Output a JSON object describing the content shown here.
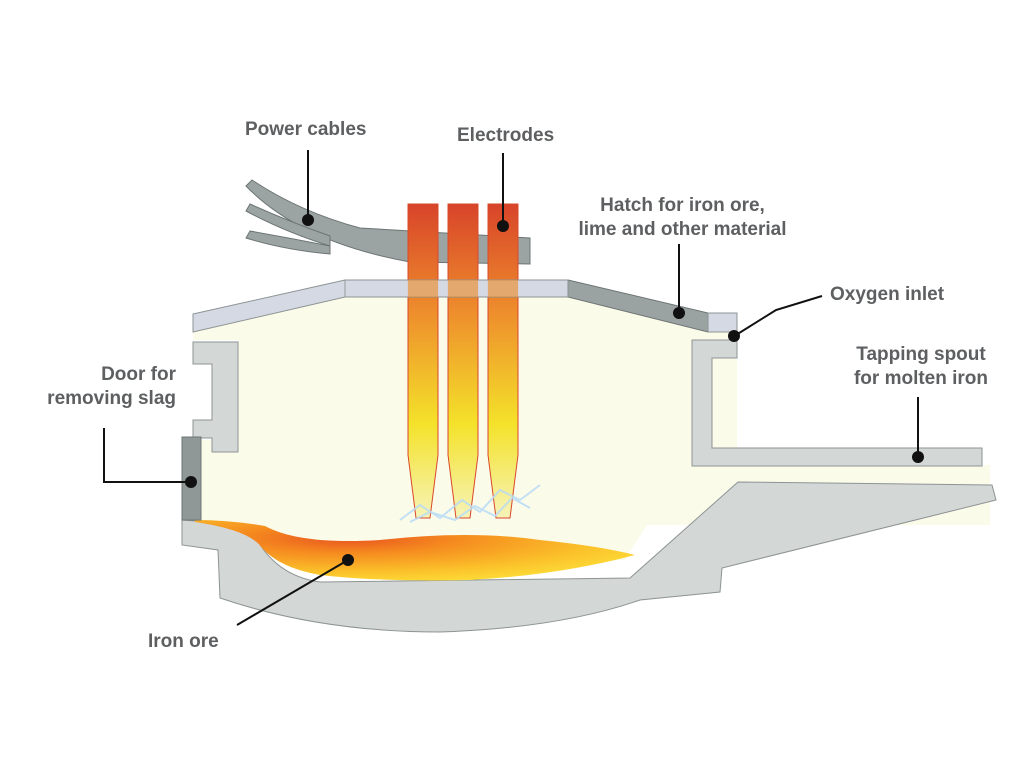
{
  "labels": {
    "power_cables": "Power cables",
    "electrodes": "Electrodes",
    "hatch_line1": "Hatch for iron ore,",
    "hatch_line2": "lime and other material",
    "oxygen_inlet": "Oxygen inlet",
    "tapping_line1": "Tapping spout",
    "tapping_line2": "for molten iron",
    "door_line1": "Door for",
    "door_line2": "removing slag",
    "iron_ore": "Iron ore"
  },
  "colors": {
    "label_text": "#5d5f61",
    "furnace_shell": "#d3d7d6",
    "interior": "#fbfbea",
    "roof": "#d5d9e3",
    "hatch": "#9aa3a2",
    "door": "#8f9797",
    "cables": "#9ba3a3",
    "electrode_top": "#d9482a",
    "electrode_mid": "#f0a030",
    "electrode_bottom": "#f6f2a0",
    "molten_iron": "#f9b520",
    "leader_line": "#111111"
  }
}
